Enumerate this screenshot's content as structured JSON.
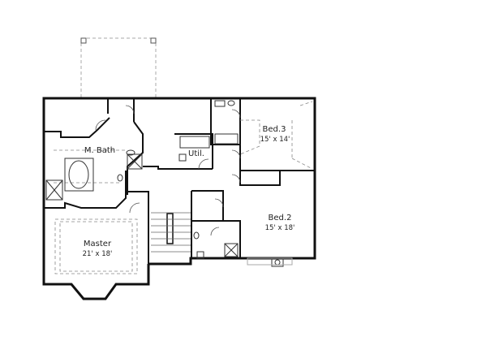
{
  "rooms": {
    "m_bath": {
      "name": "M. Bath"
    },
    "util": {
      "name": "Util."
    },
    "bed3": {
      "name": "Bed.3",
      "size": "15' x 14'"
    },
    "bed2": {
      "name": "Bed.2",
      "size": "15' x 18'"
    },
    "master": {
      "name": "Master",
      "size": "21' x 18'"
    }
  }
}
